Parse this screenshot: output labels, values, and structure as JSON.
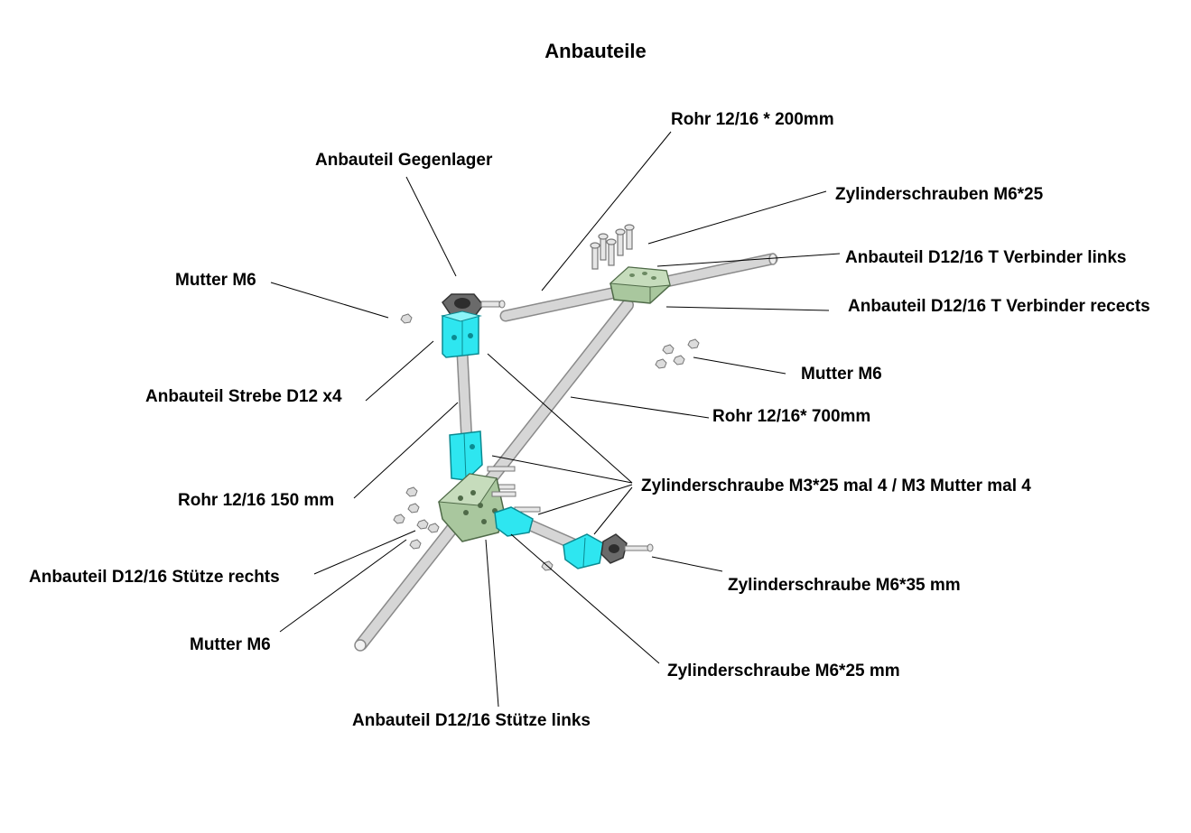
{
  "title": "Anbauteile",
  "colors": {
    "tube": "#d4d4d4",
    "tube_edge": "#8a8a8a",
    "connector_green": "#a9c79e",
    "strut_cyan": "#2ee6f0",
    "bracket_dark": "#555555",
    "line": "#000000"
  },
  "labels": {
    "rohr_200": "Rohr 12/16 * 200mm",
    "gegenlager": "Anbauteil Gegenlager",
    "zyl_m6_25_top": "Zylinderschrauben M6*25",
    "t_links": "Anbauteil D12/16 T Verbinder links",
    "mutter_left": "Mutter M6",
    "t_rechts": "Anbauteil D12/16 T Verbinder recects",
    "mutter_right": "Mutter M6",
    "strebe": "Anbauteil Strebe D12 x4",
    "rohr_700": "Rohr 12/16* 700mm",
    "zyl_m3": "Zylinderschraube M3*25 mal 4 / M3 Mutter mal 4",
    "rohr_150": "Rohr 12/16 150 mm",
    "stuetze_rechts": "Anbauteil D12/16 Stütze rechts",
    "zyl_m6_35": "Zylinderschraube M6*35 mm",
    "mutter_bottom": "Mutter M6",
    "zyl_m6_25_bottom": "Zylinderschraube M6*25 mm",
    "stuetze_links": "Anbauteil D12/16 Stütze links"
  }
}
